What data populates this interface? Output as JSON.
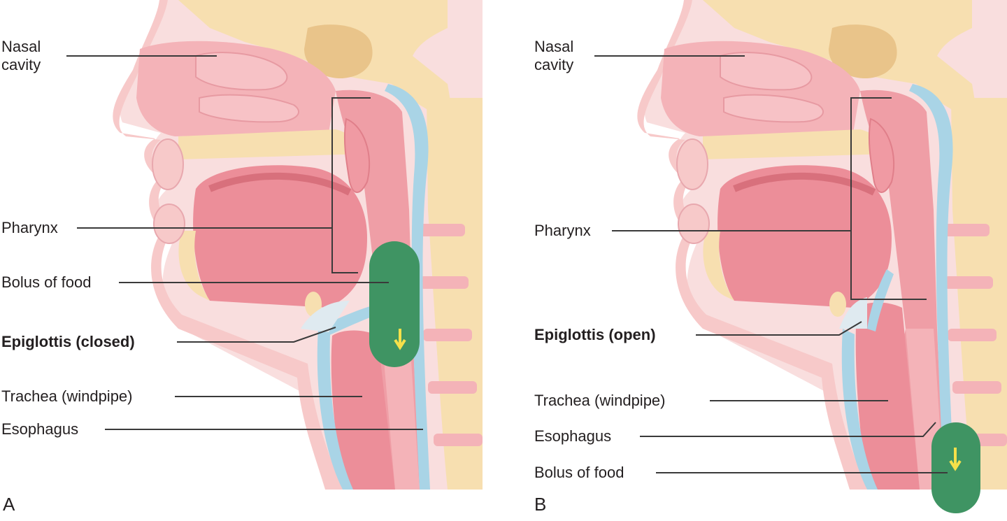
{
  "panels": {
    "a": {
      "letter": "A",
      "labels": {
        "nasal_line1": "Nasal",
        "nasal_line2": "cavity",
        "pharynx": "Pharynx",
        "bolus": "Bolus of food",
        "epiglottis": "Epiglottis (closed)",
        "trachea": "Trachea (windpipe)",
        "esophagus": "Esophagus"
      }
    },
    "b": {
      "letter": "B",
      "labels": {
        "nasal_line1": "Nasal",
        "nasal_line2": "cavity",
        "pharynx": "Pharynx",
        "epiglottis": "Epiglottis (open)",
        "trachea": "Trachea (windpipe)",
        "esophagus": "Esophagus",
        "bolus": "Bolus of food"
      }
    }
  },
  "colors": {
    "background_tissue": "#f9dede",
    "skin": "#f7c9c9",
    "bone": "#f7dfb0",
    "bone_dots": "#e6c48c",
    "muscle": "#ef9ea6",
    "tongue": "#ec8e99",
    "cartilage_blue": "#a9d4e6",
    "bolus_green": "#3f9463",
    "arrow_yellow": "#f5e04a",
    "leader_line": "#3a3a3a"
  }
}
